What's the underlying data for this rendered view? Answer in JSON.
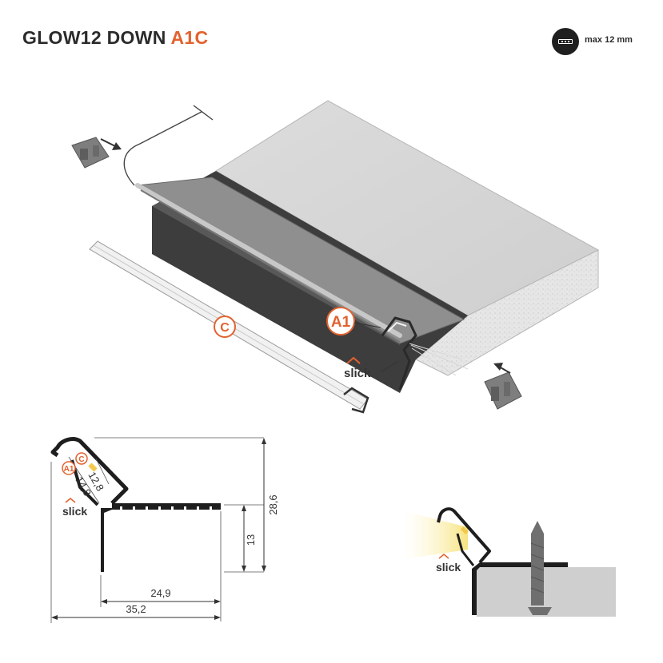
{
  "header": {
    "title_main": "GLOW12 DOWN ",
    "title_accent": "A1C",
    "led_width_label": "max 12 mm",
    "accent_color": "#e2622e"
  },
  "iso_view": {
    "callout_profile": "A1",
    "callout_cover": "C",
    "brand": "slick"
  },
  "section_view": {
    "callout_cover": "C",
    "callout_profile": "A1",
    "dim_cover_width": "12,8",
    "dim_profile_width": "14,8",
    "dim_height_total": "28,6",
    "dim_height_board": "13",
    "dim_width_board": "24,9",
    "dim_width_total": "35,2",
    "brand": "slick"
  },
  "mount_view": {
    "brand": "slick"
  }
}
